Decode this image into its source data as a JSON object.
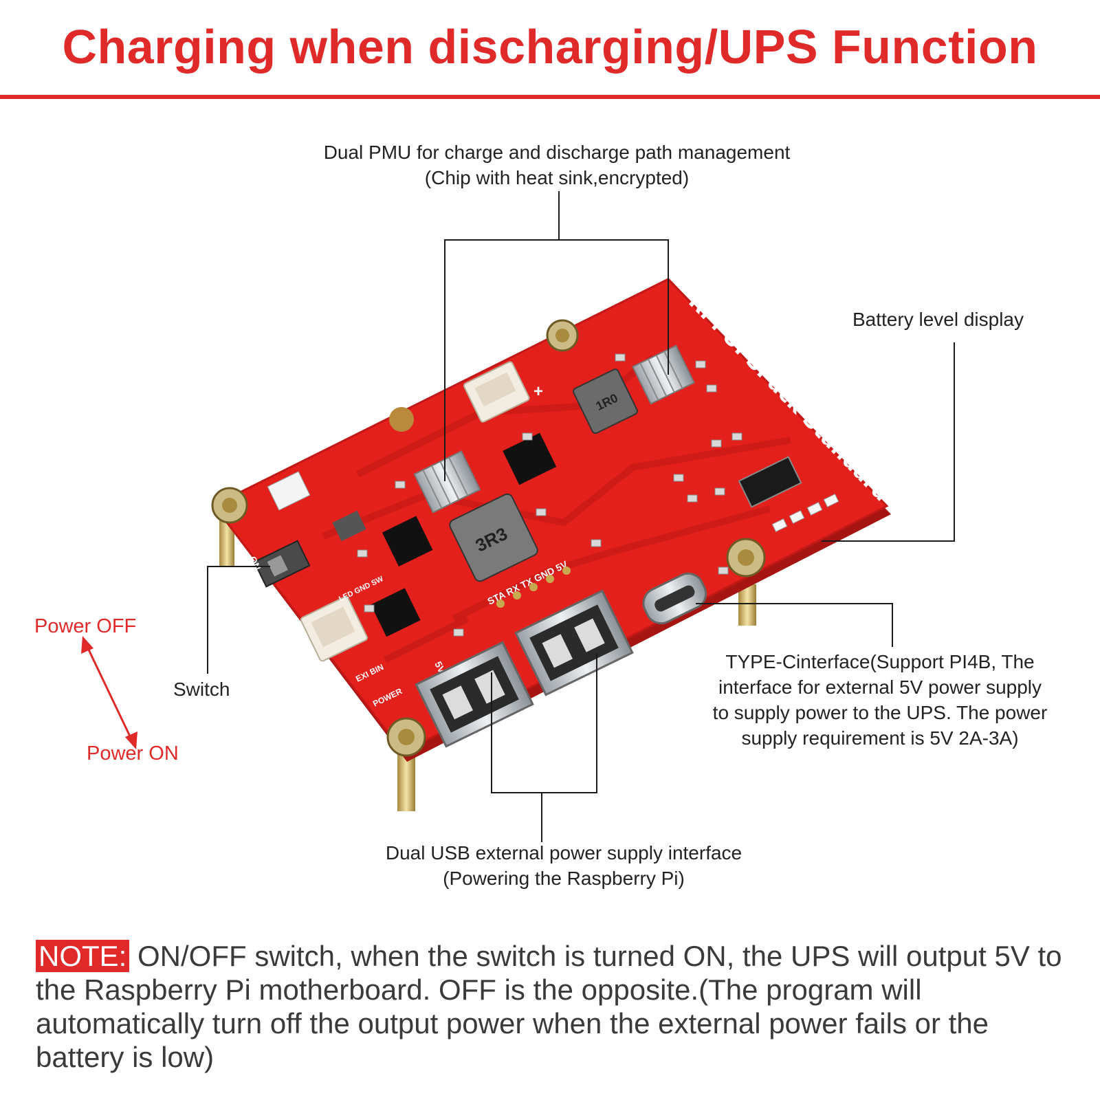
{
  "title": "Charging when discharging/UPS Function",
  "board_silkscreen": {
    "name": "RPi UPSPack Standard V3P",
    "inductor_small": "1R0",
    "inductor_large": "3R3",
    "pins_header": "STA RX TX GND 5V",
    "out_label": "5V OUT",
    "power_label": "POWER",
    "exi_label": "EXI BIN",
    "on_label": "ON",
    "led_label": "LED GND SW"
  },
  "callouts": {
    "pmu_line1": "Dual PMU for charge and discharge path management",
    "pmu_line2": "(Chip with heat sink,encrypted)",
    "battery": "Battery level display",
    "switch": "Switch",
    "power_off": "Power OFF",
    "power_on": "Power ON",
    "typec_line1": "TYPE-Cinterface(Support PI4B, The",
    "typec_line2": "interface for external 5V power supply",
    "typec_line3": "to supply power to the UPS. The power",
    "typec_line4": "supply requirement is 5V 2A-3A)",
    "usb_line1": "Dual USB external power supply interface",
    "usb_line2": "(Powering the Raspberry Pi)"
  },
  "note": {
    "tag": "NOTE:",
    "text": " ON/OFF switch, when the switch is turned ON, the UPS will output 5V to the Raspberry Pi motherboard. OFF is the opposite.(The program will automatically turn off the output power when the external power fails or the battery is low)"
  },
  "colors": {
    "accent": "#e02a2a",
    "board": "#e3201c",
    "text": "#222222"
  }
}
